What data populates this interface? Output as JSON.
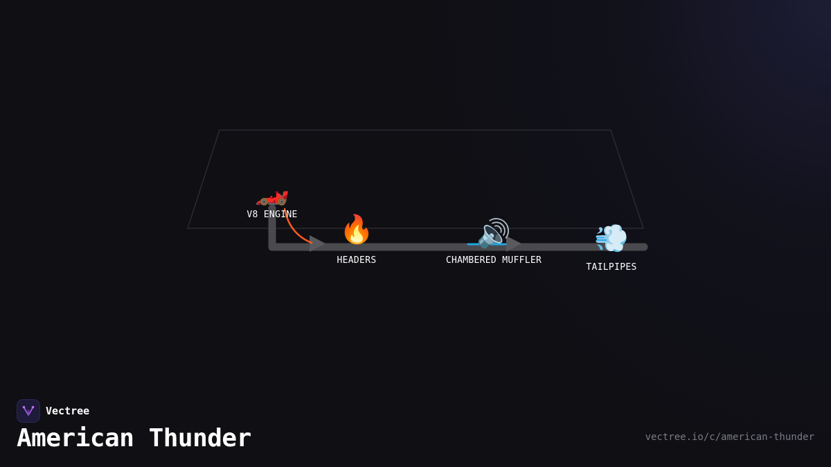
{
  "brand": {
    "name": "Vectree",
    "logo_icon": "vectree-logo-icon"
  },
  "title": "American Thunder",
  "url": "vectree.io/c/american-thunder",
  "colors": {
    "background": "#0f0f14",
    "pipe": "#4a4a4e",
    "flow_arrow_orange": "#ff5a1f",
    "flow_arrow_blue": "#1ea7e0",
    "plane_outline": "#2a2a30",
    "url_text": "#7a7a85"
  },
  "nodes": [
    {
      "id": "v8-engine",
      "label": "V8 ENGINE",
      "icon": "race-car-icon",
      "glyph": "🏎️"
    },
    {
      "id": "headers",
      "label": "HEADERS",
      "icon": "fire-icon",
      "glyph": "🔥"
    },
    {
      "id": "chambered-muffler",
      "label": "CHAMBERED MUFFLER",
      "icon": "speaker-icon",
      "glyph": "🔊"
    },
    {
      "id": "tailpipes",
      "label": "TAILPIPES",
      "icon": "dash-away-icon",
      "glyph": "💨"
    }
  ]
}
